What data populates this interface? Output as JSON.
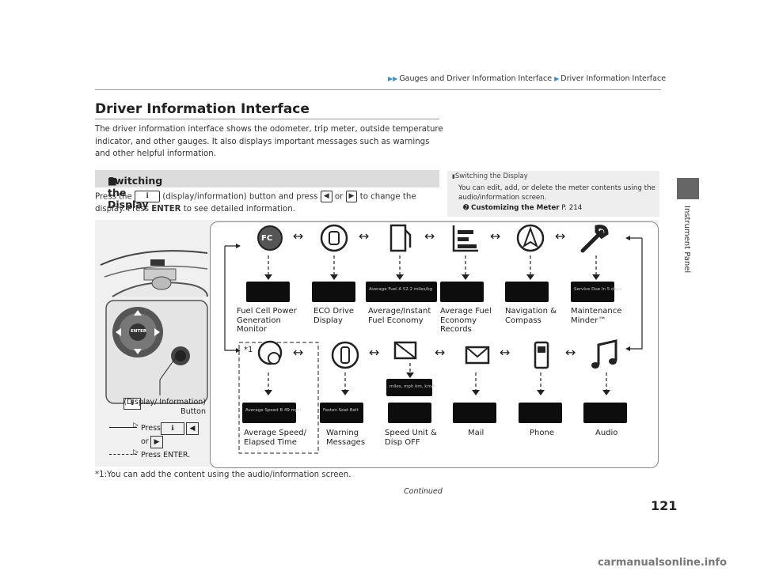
{
  "breadcrumb": {
    "part1": "Gauges and Driver Information Interface",
    "part2": "Driver Information Interface"
  },
  "heading": "Driver Information Interface",
  "intro": "The driver information interface shows the odometer, trip meter, outside temperature indicator, and other gauges. It also displays important messages such as warnings and other helpful information.",
  "section": {
    "marker": "■",
    "title": "Switching the Display"
  },
  "para": {
    "p1": "Press the",
    "p2": "(display/information) button and press",
    "or": "or",
    "p3": "to change the display. Press",
    "enter": "ENTER",
    "p4": "to see detailed information."
  },
  "sidebar": {
    "title": "Switching the Display",
    "body": "You can edit, add, or delete the meter contents using the audio/information screen.",
    "link_label": "Customizing the Meter",
    "link_page": "P. 214"
  },
  "side_tab": {
    "label": "Instrument Panel"
  },
  "diagram": {
    "top_labels": [
      "Fuel Cell Power Generation Monitor",
      "ECO Drive Display",
      "Average/Instant Fuel Economy",
      "Average Fuel Economy Records",
      "Navigation & Compass",
      "Maintenance Minder™"
    ],
    "bottom_labels": [
      "Average Speed/ Elapsed Time",
      "Warning Messages",
      "Speed Unit & Disp OFF",
      "Mail",
      "Phone",
      "Audio"
    ],
    "fc_badge": "FC",
    "star_note": "*1",
    "screens_top": [
      "",
      "",
      "Average Fuel A  52.2 miles/kg",
      "",
      "",
      "Service Due In 5 days"
    ],
    "screens_bottom": [
      "Average Speed B  49 mph",
      "Fasten Seat Belt",
      "miles, mph  km, km/h",
      "",
      "",
      ""
    ],
    "button_label": "(Display/ Information) Button",
    "enter_label": "ENTER",
    "legend_press": "Press",
    "legend_or": "or",
    "legend_press_enter": "Press ENTER."
  },
  "footnote": "*1:You can add the content using the audio/information screen.",
  "continued": "Continued",
  "page_number": "121",
  "watermark": "carmanualsonline.info"
}
